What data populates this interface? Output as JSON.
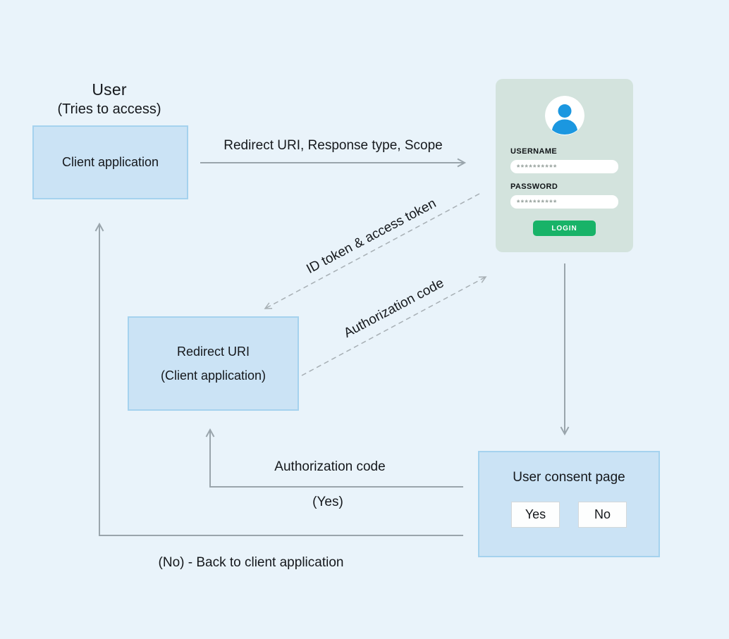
{
  "title": {
    "line1": "User",
    "line2": "(Tries to access)"
  },
  "client_box": {
    "label": "Client application"
  },
  "request_arrow": {
    "label": "Redirect URI, Response type, Scope"
  },
  "login_card": {
    "avatar_icon": "user-avatar-icon",
    "username_label": "USERNAME",
    "username_value": "**********",
    "password_label": "PASSWORD",
    "password_value": "**********",
    "login_button": "LOGIN"
  },
  "id_token_arrow": {
    "label": "ID token & access token"
  },
  "auth_code_arrow": {
    "label": "Authorization code"
  },
  "redirect_box": {
    "line1": "Redirect URI",
    "line2": "(Client application)"
  },
  "consent_box": {
    "title": "User consent page",
    "yes_button": "Yes",
    "no_button": "No"
  },
  "yes_arrow": {
    "label": "Authorization code",
    "sublabel": "(Yes)"
  },
  "no_arrow": {
    "label": "(No) - Back to client application"
  },
  "colors": {
    "background": "#e9f3fa",
    "box_fill": "#cbe3f5",
    "box_border": "#a5d2ee",
    "card_fill": "#d3e3dd",
    "accent_green": "#18b368",
    "avatar_blue": "#1b97e0",
    "arrow_gray": "#9aa5ac"
  }
}
